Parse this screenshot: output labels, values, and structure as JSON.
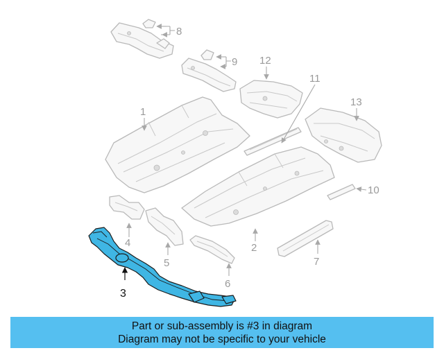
{
  "diagram": {
    "callouts": [
      "8",
      "9",
      "12",
      "11",
      "1",
      "13",
      "10",
      "4",
      "5",
      "2",
      "7",
      "6",
      "3"
    ],
    "highlight_part": "3",
    "highlight_color": "#3fb6e4"
  },
  "caption": {
    "line1": "Part or sub-assembly is #3 in diagram",
    "line2": "Diagram may not be specific to your vehicle",
    "background": "#55bff0"
  }
}
